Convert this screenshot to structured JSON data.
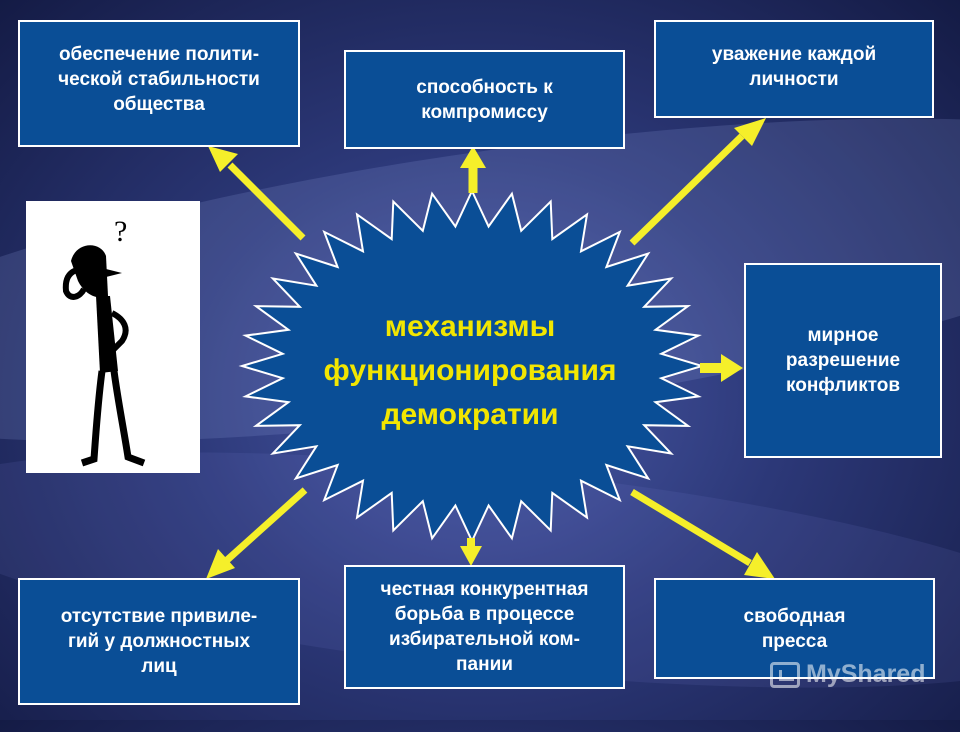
{
  "center": {
    "label": "механизмы\nфункционирования\nдемократии"
  },
  "boxes": [
    {
      "label": "обеспечение полити-\nческой стабильности\nобщества"
    },
    {
      "label": "способность к\nкомпромиссу"
    },
    {
      "label": "уважение каждой\nличности"
    },
    {
      "label": "мирное\nразрешение\nконфликтов"
    },
    {
      "label": "свободная\nпресса"
    },
    {
      "label": "честная конкурентная\nборьба в процессе\nизбирательной ком-\nпании"
    },
    {
      "label": "отсутствие привиле-\nгий у должностных\nлиц"
    }
  ],
  "figure": {
    "mark": "?"
  },
  "watermark": {
    "text": "MyShared"
  },
  "colors": {
    "box_fill": "#0a4e96",
    "starburst_fill": "#0a4e96",
    "center_text": "#f2e600",
    "arrow": "#f5ef2a"
  }
}
